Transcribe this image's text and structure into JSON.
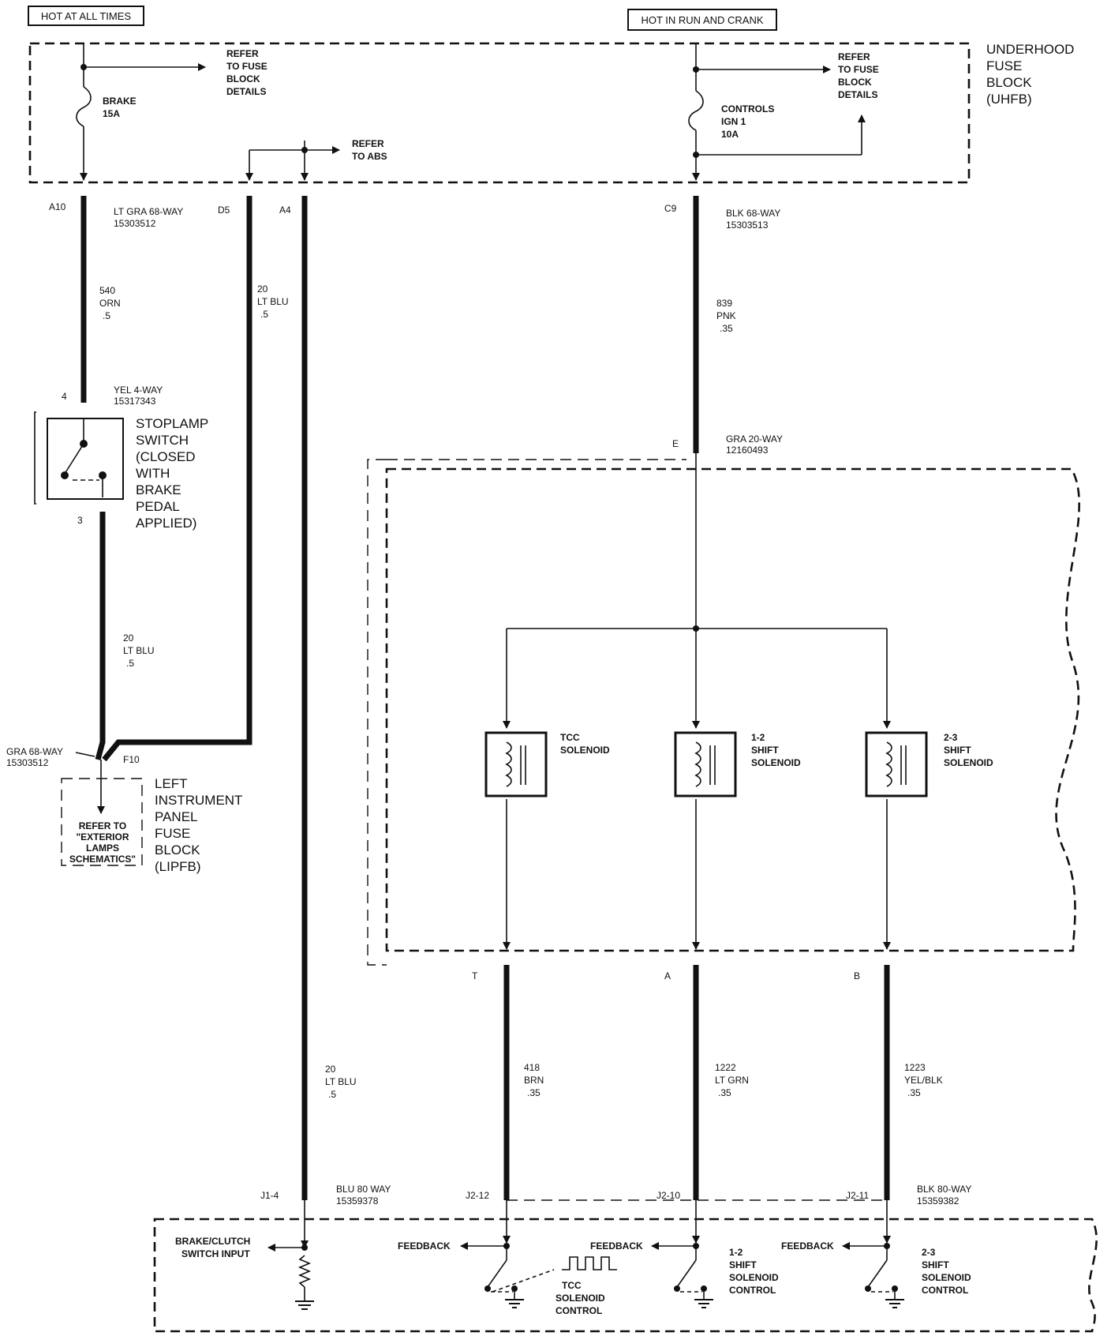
{
  "headers": {
    "hot_always": "HOT AT ALL TIMES",
    "hot_run": "HOT IN RUN AND CRANK"
  },
  "uhfb": {
    "title": [
      "UNDERHOOD",
      "FUSE",
      "BLOCK",
      "(UHFB)"
    ],
    "refer_fuse_left": [
      "REFER",
      "TO FUSE",
      "BLOCK",
      "DETAILS"
    ],
    "refer_fuse_right": [
      "REFER",
      "TO FUSE",
      "BLOCK",
      "DETAILS"
    ],
    "fuse_brake": [
      "BRAKE",
      "15A"
    ],
    "fuse_controls": [
      "CONTROLS",
      "IGN 1",
      "10A"
    ],
    "refer_abs": [
      "REFER",
      "TO ABS"
    ]
  },
  "connectors": {
    "c1_pin_a10": "A10",
    "c1_label": [
      "LT GRA 68-WAY",
      "15303512"
    ],
    "c1_pin_d5": "D5",
    "c1_pin_a4": "A4",
    "c2_pin": "C9",
    "c2_label": [
      "BLK 68-WAY",
      "15303513"
    ],
    "stoplamp_conn": [
      "YEL 4-WAY",
      "15317343"
    ],
    "pin_4": "4",
    "pin_3": "3",
    "trans_pin_e": "E",
    "trans_conn": [
      "GRA 20-WAY",
      "12160493"
    ],
    "lipfb_conn": [
      "GRA 68-WAY",
      "15303512"
    ],
    "lipfb_pin": "F10",
    "pin_t": "T",
    "pin_a": "A",
    "pin_b": "B",
    "pcm_j1_pin": "J1-4",
    "pcm_j1_label": [
      "BLU 80 WAY",
      "15359378"
    ],
    "pcm_j2_12": "J2-12",
    "pcm_j2_10": "J2-10",
    "pcm_j2_11": "J2-11",
    "pcm_j2_label": [
      "BLK 80-WAY",
      "15359382"
    ]
  },
  "wires": {
    "w540": [
      "540",
      "ORN",
      ".5"
    ],
    "w20_d5": [
      "20",
      "LT BLU",
      ".5"
    ],
    "w839": [
      "839",
      "PNK",
      ".35"
    ],
    "w20_switch": [
      "20",
      "LT BLU",
      ".5"
    ],
    "w20_a4": [
      "20",
      "LT BLU",
      ".5"
    ],
    "w418": [
      "418",
      "BRN",
      ".35"
    ],
    "w1222": [
      "1222",
      "LT GRN",
      ".35"
    ],
    "w1223": [
      "1223",
      "YEL/BLK",
      ".35"
    ]
  },
  "components": {
    "stoplamp": [
      "STOPLAMP",
      "SWITCH",
      "(CLOSED",
      "WITH",
      "BRAKE",
      "PEDAL",
      "APPLIED)"
    ],
    "lipfb_title": [
      "LEFT",
      "INSTRUMENT",
      "PANEL",
      "FUSE",
      "BLOCK",
      "(LIPFB)"
    ],
    "lipfb_refer": [
      "REFER TO",
      "\"EXTERIOR",
      "LAMPS",
      "SCHEMATICS\""
    ],
    "tcc": [
      "TCC",
      "SOLENOID"
    ],
    "shift12": [
      "1-2",
      "SHIFT",
      "SOLENOID"
    ],
    "shift23": [
      "2-3",
      "SHIFT",
      "SOLENOID"
    ]
  },
  "pcm": {
    "brake_input": [
      "BRAKE/CLUTCH",
      "SWITCH INPUT"
    ],
    "feedback": "FEEDBACK",
    "tcc_control": [
      "TCC",
      "SOLENOID",
      "CONTROL"
    ],
    "shift12_control": [
      "1-2",
      "SHIFT",
      "SOLENOID",
      "CONTROL"
    ],
    "shift23_control": [
      "2-3",
      "SHIFT",
      "SOLENOID",
      "CONTROL"
    ]
  }
}
